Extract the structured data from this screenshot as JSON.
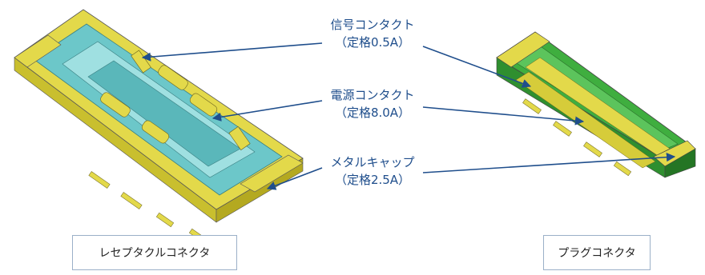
{
  "callouts": [
    {
      "name": "信号コンタクト",
      "rating": "（定格0.5A）"
    },
    {
      "name": "電源コンタクト",
      "rating": "（定格8.0A）"
    },
    {
      "name": "メタルキャップ",
      "rating": "（定格2.5A）"
    }
  ],
  "captions": {
    "receptacle": "レセプタクルコネクタ",
    "plug": "プラグコネクタ"
  },
  "colors": {
    "housing_receptacle": "#6cc7c9",
    "metal_cap": "#e3d94a",
    "housing_plug": "#3fae3f",
    "leader_line": "#1f4e8c"
  }
}
